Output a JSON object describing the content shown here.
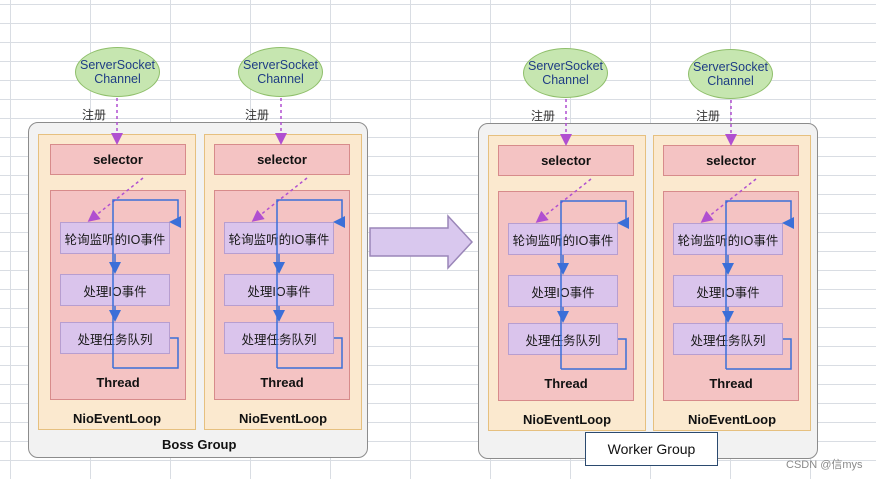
{
  "channel": {
    "line1": "ServerSocket",
    "line2": "Channel"
  },
  "register_label": "注册",
  "selector_label": "selector",
  "steps": [
    "轮询监听的IO事件",
    "处理IO事件",
    "处理任务队列"
  ],
  "thread_label": "Thread",
  "loop_label": "NioEventLoop",
  "boss_group_label": "Boss Group",
  "worker_group_label": "Worker Group",
  "watermark": "CSDN @信mys",
  "colors": {
    "channel_fill": "#c6e6b0",
    "loop_fill": "#fbe9cf",
    "selector_fill": "#f4c3c3",
    "step_fill": "#dac4ec",
    "arrow_blue": "#3b6fd8",
    "arrow_purple": "#b04fd0",
    "transfer_arrow": "#d9c8ee"
  }
}
